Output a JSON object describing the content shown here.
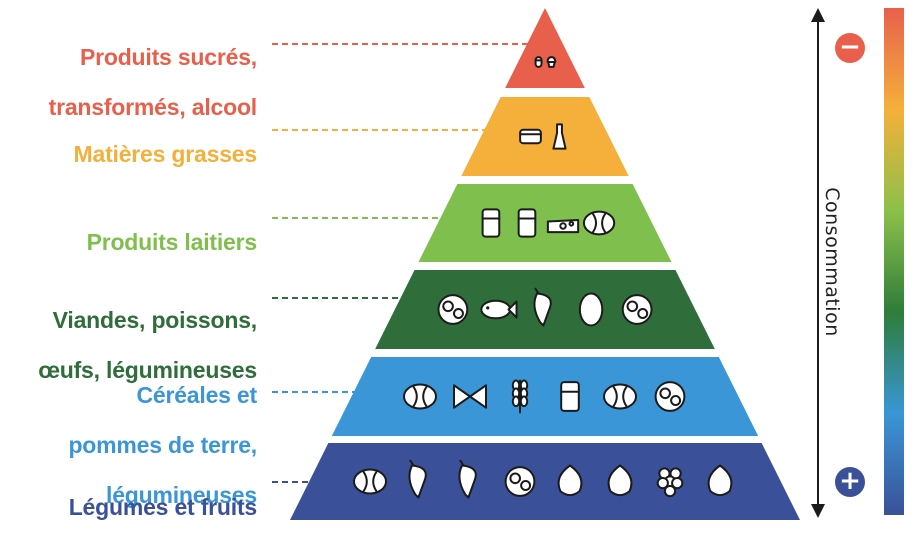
{
  "levels": [
    {
      "label_lines": [
        "Produits sucrés,",
        "transformés, alcool"
      ],
      "color": "#e8604c",
      "icons": [
        "chocolate-bar-icon",
        "cupcake-icon"
      ]
    },
    {
      "label_lines": [
        "Matières grasses"
      ],
      "color": "#f4b03a",
      "icons": [
        "butter-icon",
        "oil-bottle-icon"
      ]
    },
    {
      "label_lines": [
        "Produits laitiers"
      ],
      "color": "#7fbf4d",
      "icons": [
        "yogurt-icon",
        "milk-bottle-icon",
        "cheese-wedge-icon",
        "camembert-icon"
      ]
    },
    {
      "label_lines": [
        "Viandes, poissons,",
        "œufs, légumineuses"
      ],
      "color": "#2f6e3a",
      "icons": [
        "chicken-steak-icon",
        "fish-icon",
        "drumstick-icon",
        "egg-icon",
        "legumes-icon"
      ]
    },
    {
      "label_lines": [
        "Céréales et",
        "pommes de terre,",
        "légumineuses"
      ],
      "color": "#3a96d6",
      "icons": [
        "potatoes-icon",
        "pasta-icon",
        "wheat-icon",
        "flour-sack-icon",
        "rice-bowl-icon",
        "beans-icon"
      ]
    },
    {
      "label_lines": [
        "Légumes et fruits"
      ],
      "color": "#3a5199",
      "icons": [
        "pumpkin-icon",
        "carrot-icon",
        "radish-icon",
        "artichoke-icon",
        "strawberry-icon",
        "pear-icon",
        "grapes-icon",
        "lemon-icon"
      ]
    }
  ],
  "consumption": {
    "label": "Consommation",
    "minus_symbol": "−",
    "plus_symbol": "+",
    "gradient_colors": [
      "#e8604c",
      "#f4b03a",
      "#8cc04a",
      "#2e7d3a",
      "#3a96d6",
      "#3a5199"
    ]
  }
}
